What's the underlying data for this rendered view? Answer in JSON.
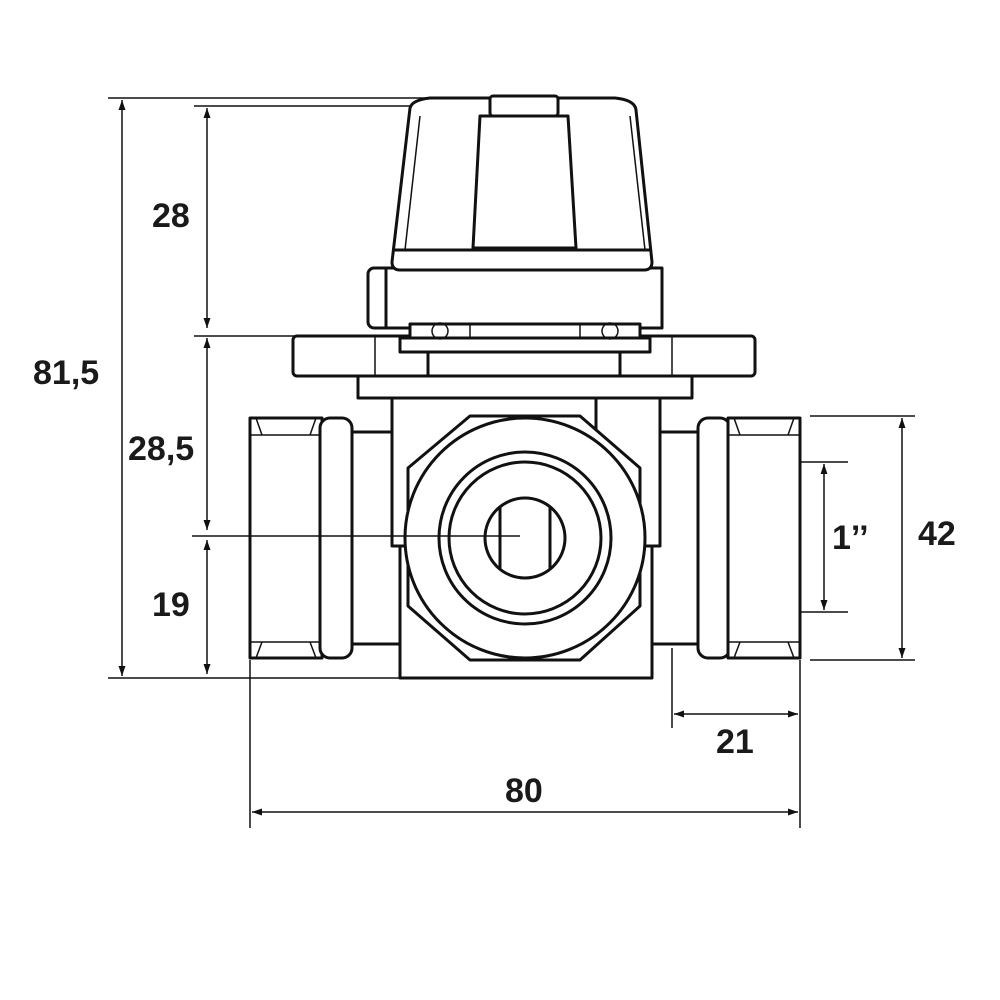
{
  "dimensions": {
    "overall_height": "81,5",
    "actuator_height": "28",
    "body_upper_height": "28,5",
    "body_lower_height": "19",
    "port_height": "42",
    "thread_size": "1’’",
    "port_depth": "21",
    "overall_width": "80"
  }
}
